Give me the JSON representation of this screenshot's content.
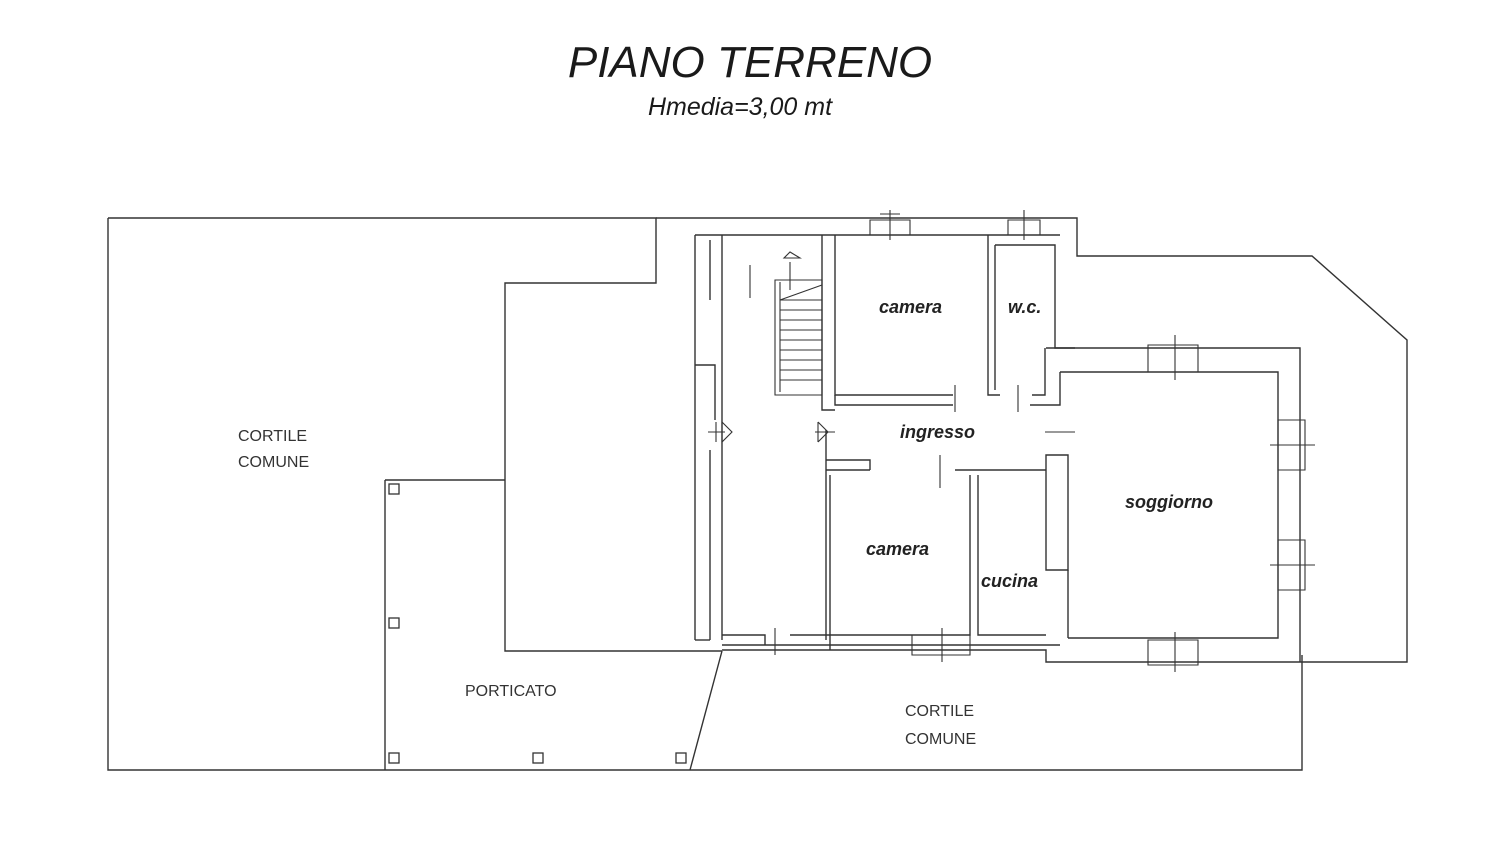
{
  "plan": {
    "title": "PIANO TERRENO",
    "subtitle": "Hmedia=3,00 mt"
  },
  "rooms": {
    "camera_top": "camera",
    "wc": "w.c.",
    "ingresso": "ingresso",
    "soggiorno": "soggiorno",
    "camera_bottom": "camera",
    "cucina": "cucina"
  },
  "outdoor": {
    "cortile_left_1": "CORTILE",
    "cortile_left_2": "COMUNE",
    "porticato": "PORTICATO",
    "cortile_bottom_1": "CORTILE",
    "cortile_bottom_2": "COMUNE"
  }
}
